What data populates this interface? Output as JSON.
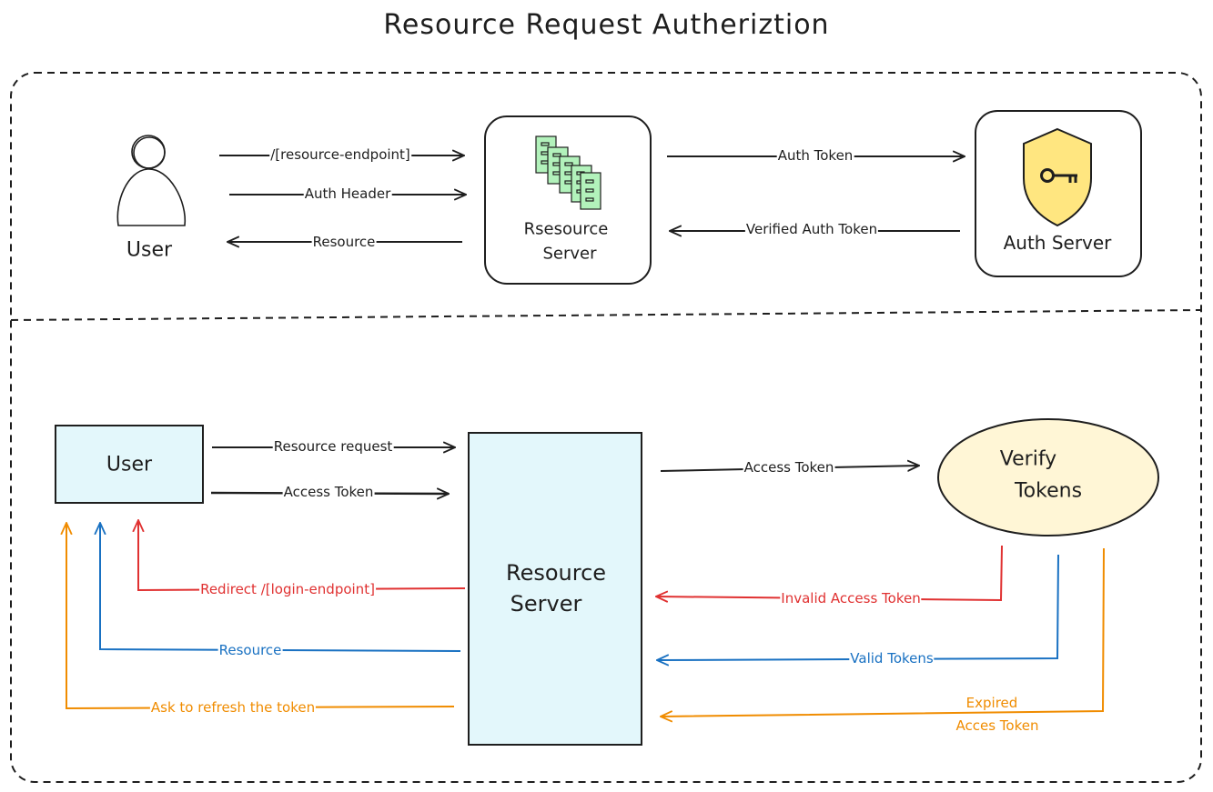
{
  "title": "Resource Request Autheriztion",
  "colors": {
    "ink": "#1e1e1e",
    "red": "#e03131",
    "blue": "#1971c2",
    "orange": "#f08c00",
    "server_fill": "#e3f7fb",
    "ellipse_fill": "#fff6d6",
    "shield_fill": "#ffe680",
    "doc_fill": "#b2f2bb"
  },
  "top": {
    "user_icon": "person-icon",
    "user_label": "User",
    "resource_server_icon": "server-documents-icon",
    "resource_server_label_1": "Rsesource",
    "resource_server_label_2": "Server",
    "auth_server_icon": "shield-key-icon",
    "auth_server_label": "Auth Server",
    "edges": {
      "resource_endpoint": "/[resource-endpoint]",
      "auth_header": "Auth Header",
      "resource": "Resource",
      "auth_token": "Auth Token",
      "verified_auth_token": "Verified Auth Token"
    }
  },
  "bottom": {
    "user_label": "User",
    "resource_server_label_1": "Resource",
    "resource_server_label_2": "Server",
    "verify_label_1": "Verify",
    "verify_label_2": "Tokens",
    "edges": {
      "resource_request": "Resource request",
      "access_token_1": "Access Token",
      "access_token_2": "Access Token",
      "redirect": "Redirect /[login-endpoint]",
      "resource": "Resource",
      "ask_refresh": "Ask to refresh the token",
      "invalid_access_token": "Invalid Access Token",
      "valid_tokens": "Valid Tokens",
      "expired_1": "Expired",
      "expired_2": "Acces Token"
    }
  }
}
